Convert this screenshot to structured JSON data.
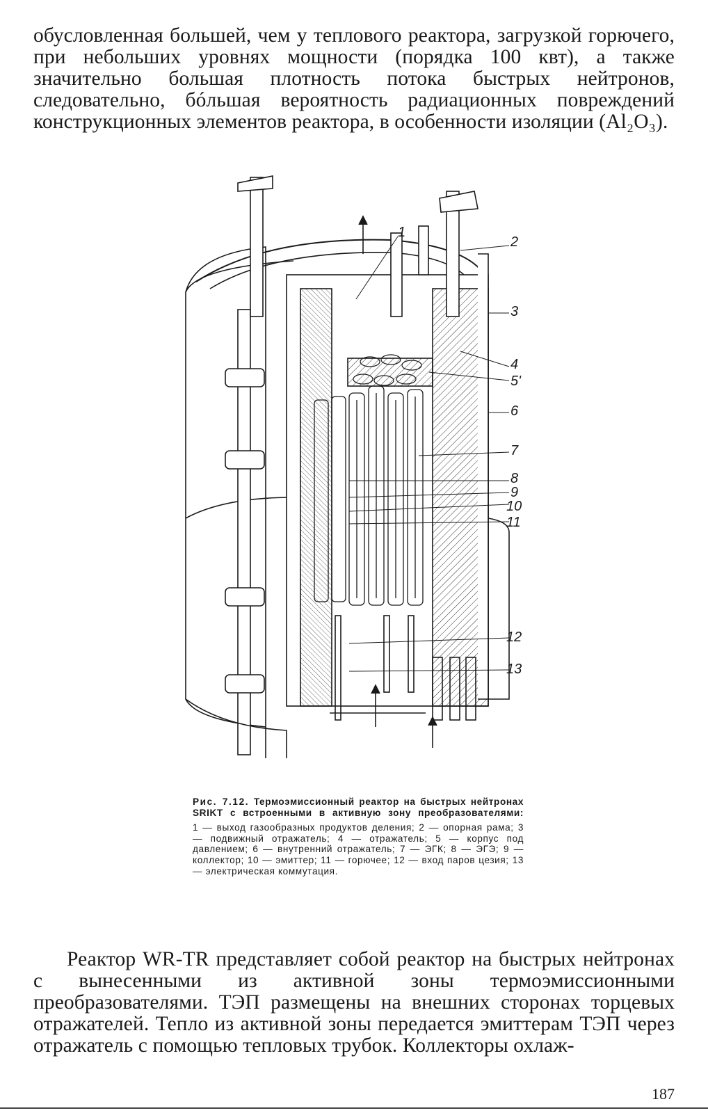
{
  "page": {
    "paragraph_top": "обусловленная большей, чем у теплового реактора, загрузкой горючего, при небольших уровнях мощности (порядка 100 квт), а также значительно большая плотность потока быстрых нейтронов, следовательно, бóльшая вероятность радиационных повреждений конструкционных элементов реактора, в особенности изоляции (Al₂O₃).",
    "paragraph_bottom": "Реактор WR-TR представляет собой реактор на быстрых нейтронах с вынесенными из активной зоны термоэмиссионными преобразователями. ТЭП размещены на внешних сторонах торцевых отражателей. Тепло из активной зоны передается эмиттерам ТЭП через отражатель с помощью тепловых трубок. Коллекторы охлаж-",
    "page_number": "187"
  },
  "figure": {
    "callouts": [
      "1",
      "2",
      "3",
      "4",
      "5'",
      "6",
      "7",
      "8",
      "9",
      "10",
      "11",
      "12",
      "13"
    ],
    "caption_label": "Рис. 7.12.",
    "caption_title": "Термоэмиссионный реактор на быстрых нейтронах SRIKT с встроенными в активную зону преобразователями:",
    "caption_legend": "1 — выход газообразных продуктов деления; 2 — опорная рама; 3 — подвижный отражатель; 4 — отражатель; 5 — корпус под давлением; 6 — внутренний отражатель; 7 — ЭГК; 8 — ЭГЭ; 9 — коллектор; 10 — эмиттер; 11 — горючее; 12 — вход паров цезия; 13 — электрическая коммутация."
  }
}
